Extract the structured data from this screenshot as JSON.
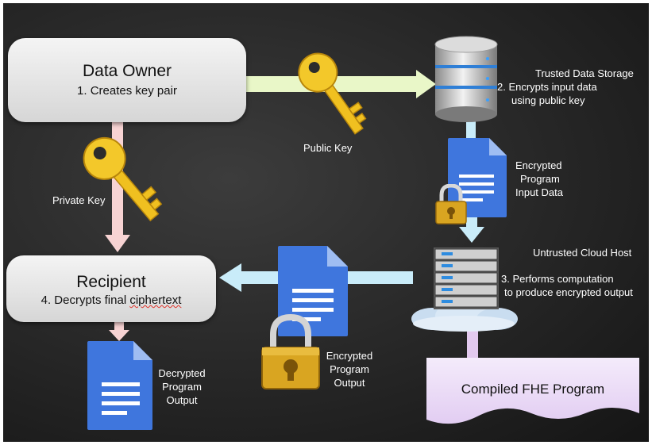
{
  "data_owner": {
    "title": "Data Owner",
    "step": "1. Creates key pair"
  },
  "recipient": {
    "title": "Recipient",
    "step_prefix": "4. Decrypts final ",
    "step_word": "ciphertext"
  },
  "labels": {
    "public_key": "Public Key",
    "private_key": "Private Key",
    "trusted_storage_title": "Trusted Data Storage",
    "trusted_storage_step": [
      "2. Encrypts input data",
      "using public key"
    ],
    "encrypted_input": [
      "Encrypted",
      "Program",
      "Input Data"
    ],
    "cloud_title": "Untrusted Cloud Host",
    "cloud_step": [
      "3. Performs computation",
      "to produce encrypted output"
    ],
    "encrypted_output": [
      "Encrypted",
      "Program",
      "Output"
    ],
    "decrypted_output": [
      "Decrypted",
      "Program",
      "Output"
    ],
    "fhe_program": "Compiled FHE Program"
  },
  "colors": {
    "background": "#2a2a2a",
    "public_key_arrow": "#e9f7c8",
    "private_key_arrow": "#f7d3d3",
    "storage_arrow": "#c9ecf9",
    "output_arrow": "#c9ecf9",
    "fhe_arrow": "#e2c9ee",
    "fhe_box": "#eadbf6",
    "document_blue": "#3f76dd",
    "key_gold": "#f0c020",
    "lock_gold": "#d9a521"
  },
  "icons": [
    "key-icon",
    "database-icon",
    "document-icon",
    "padlock-icon",
    "server-rack-icon",
    "cloud-icon"
  ]
}
